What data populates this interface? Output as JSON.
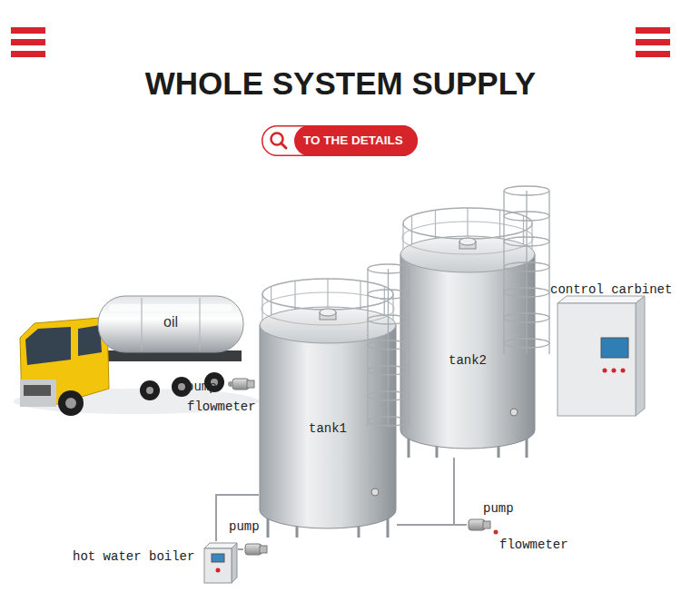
{
  "diagram": {
    "title": "WHOLE SYSTEM SUPPLY",
    "nodes": [
      {
        "text": [
          "TO THE DETAILS"
        ]
      },
      {
        "text": [
          "oil"
        ]
      },
      {
        "text": [
          "tank1"
        ]
      },
      {
        "text": [
          "tank2"
        ]
      },
      {
        "text": [
          "control carbinet"
        ]
      },
      {
        "text": [
          "hot water boiler"
        ]
      }
    ],
    "edges": [
      {
        "from": 5,
        "to": 2,
        "arrow": "none"
      },
      {
        "from": 2,
        "to": 3,
        "arrow": "none"
      }
    ],
    "labels": [
      "pump",
      "flowmeter",
      "pump",
      "pump",
      "flowmeter"
    ]
  }
}
